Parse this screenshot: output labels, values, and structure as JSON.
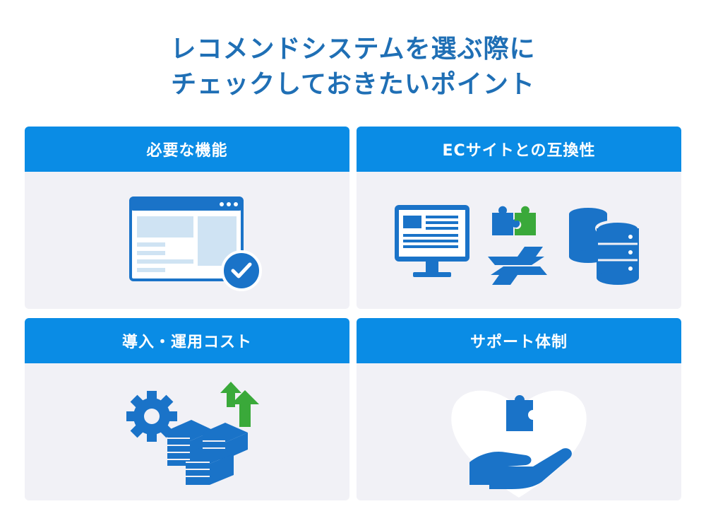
{
  "title": {
    "line1": "レコメンドシステムを選ぶ際に",
    "line2": "チェックしておきたいポイント"
  },
  "cards": [
    {
      "label": "必要な機能",
      "icon": "browser-check-icon"
    },
    {
      "label": "ECサイトとの互換性",
      "icon": "compatibility-icon"
    },
    {
      "label": "導入・運用コスト",
      "icon": "cost-icon"
    },
    {
      "label": "サポート体制",
      "icon": "support-icon"
    }
  ],
  "colors": {
    "title": "#1f6fb5",
    "header": "#0a8ce5",
    "icon_blue": "#1a73c8",
    "icon_light": "#cfe3f3",
    "green": "#3aa93a",
    "card_bg": "#f1f1f6"
  }
}
